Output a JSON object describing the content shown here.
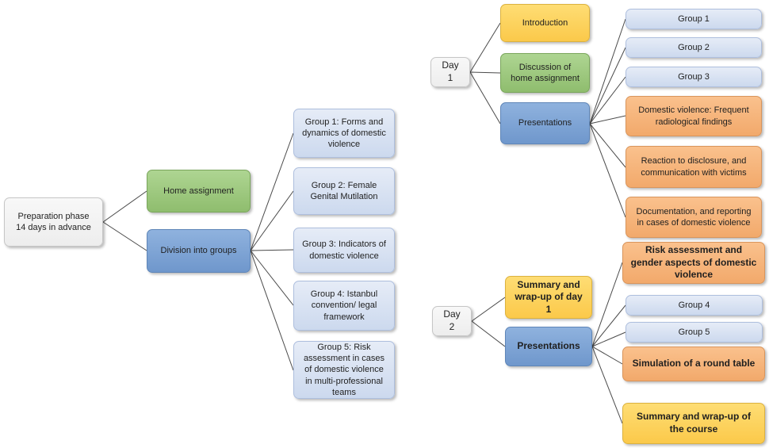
{
  "colors": {
    "root_box": "#ededed",
    "green_box": "#9bc77d",
    "blue_box": "#7ea6d8",
    "lightblue_box": "#d8e1f1",
    "orange_box": "#f5b47c",
    "yellow_box": "#fcd25e",
    "connector_line": "#4a4a4a"
  },
  "diagram": {
    "preparation": {
      "root": "Preparation phase 14 days in advance",
      "home_assignment": "Home assignment",
      "division": "Division into groups",
      "groups": {
        "g1": "Group 1: Forms and dynamics of domestic violence",
        "g2": "Group 2: Female Genital Mutilation",
        "g3": "Group 3: Indicators of domestic violence",
        "g4": "Group 4: Istanbul convention/ legal framework",
        "g5": "Group 5: Risk assessment in cases of domestic violence in multi-professional teams"
      }
    },
    "day1": {
      "root": "Day 1",
      "introduction": "Introduction",
      "discussion": "Discussion of home assignment",
      "presentations": "Presentations",
      "items": {
        "g1": "Group 1",
        "g2": "Group 2",
        "g3": "Group 3",
        "radiological": "Domestic violence: Frequent radiological findings",
        "reaction": "Reaction to disclosure, and communication with victims",
        "documentation": "Documentation, and reporting in cases of domestic violence"
      }
    },
    "day2": {
      "root": "Day 2",
      "summary_day1": "Summary and wrap-up of day 1",
      "presentations": "Presentations",
      "items": {
        "risk": "Risk assessment and gender aspects of domestic violence",
        "g4": "Group 4",
        "g5": "Group 5",
        "simulation": "Simulation of a round table",
        "summary_course": "Summary and wrap-up of the course"
      }
    }
  }
}
